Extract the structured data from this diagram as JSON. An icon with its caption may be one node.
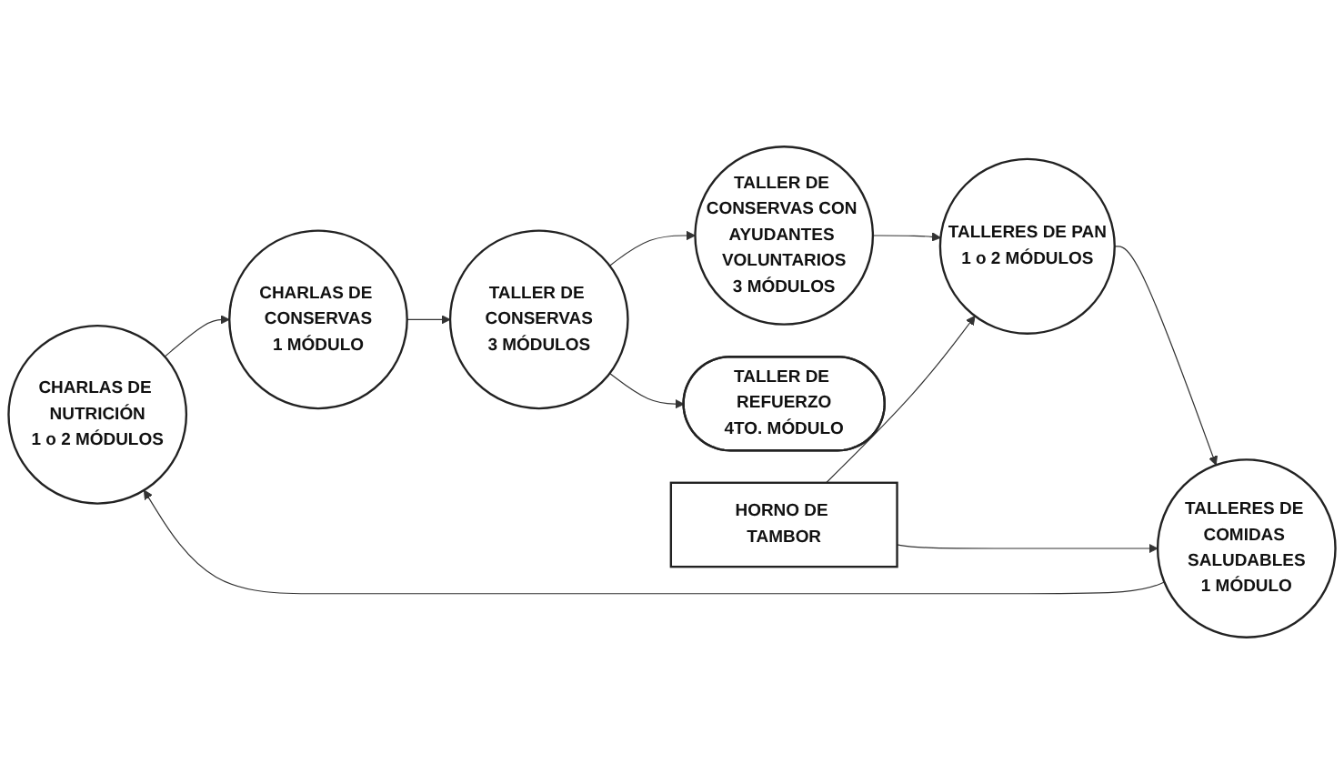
{
  "diagram": {
    "nodes": [
      {
        "text": [
          "CHARLAS DE NUTRICIÓN",
          "1 o 2 MÓDULOS"
        ]
      },
      {
        "text": [
          "CHARLAS DE CONSERVAS",
          "1 MÓDULO"
        ]
      },
      {
        "text": [
          "TALLER DE CONSERVAS",
          "3 MÓDULOS"
        ]
      },
      {
        "text": [
          "TALLER DE CONSERVAS CON AYUDANTES VOLUNTARIOS",
          "3 MÓDULOS"
        ]
      },
      {
        "text": [
          "TALLER DE REFUERZO",
          "4TO. MÓDULO"
        ]
      },
      {
        "text": [
          "TALLERES DE PAN",
          "1 o 2 MÓDULOS"
        ]
      },
      {
        "text": [
          "TALLERES DE COMIDAS SALUDABLES",
          "1 MÓDULO"
        ]
      },
      {
        "text": [
          "HORNO DE TAMBOR"
        ]
      }
    ],
    "edges": [
      {
        "from": 0,
        "to": 1,
        "arrow": "to"
      },
      {
        "from": 1,
        "to": 2,
        "arrow": "to"
      },
      {
        "from": 2,
        "to": 3,
        "arrow": "to"
      },
      {
        "from": 2,
        "to": 4,
        "arrow": "to"
      },
      {
        "from": 3,
        "to": 5,
        "arrow": "to"
      },
      {
        "from": 5,
        "to": 6,
        "arrow": "to"
      },
      {
        "from": 6,
        "to": 0,
        "arrow": "to"
      },
      {
        "from": 7,
        "to": 6,
        "arrow": "to"
      },
      {
        "from": 7,
        "to": 5,
        "arrow": "to"
      }
    ]
  }
}
